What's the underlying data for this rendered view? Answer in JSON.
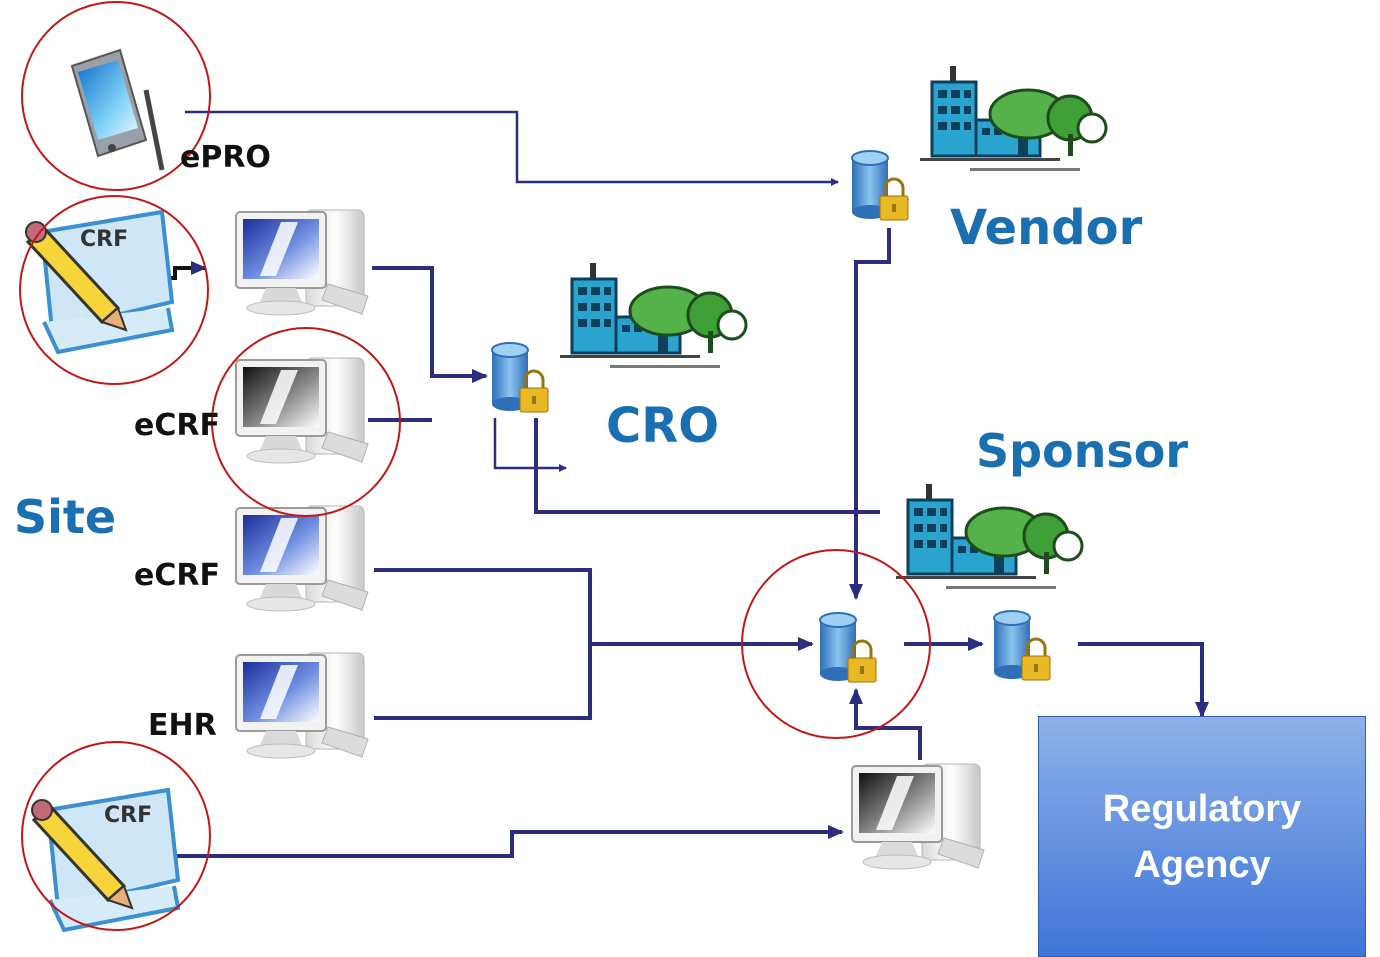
{
  "site": {
    "label": "Site",
    "epro_label": "ePRO",
    "ecrf_label_1": "eCRF",
    "ecrf_label_2": "eCRF",
    "ehr_label": "EHR",
    "crf_tag_1": "CRF",
    "crf_tag_2": "CRF"
  },
  "organizations": {
    "vendor": "Vendor",
    "cro": "CRO",
    "sponsor": "Sponsor"
  },
  "regulatory": {
    "label": "Regulatory\nAgency"
  },
  "colors": {
    "connector": "#2b2d7e",
    "highlight_circle": "#c01818",
    "org_text": "#1a6fb0",
    "regulatory_fill": "#5b8ee0"
  }
}
